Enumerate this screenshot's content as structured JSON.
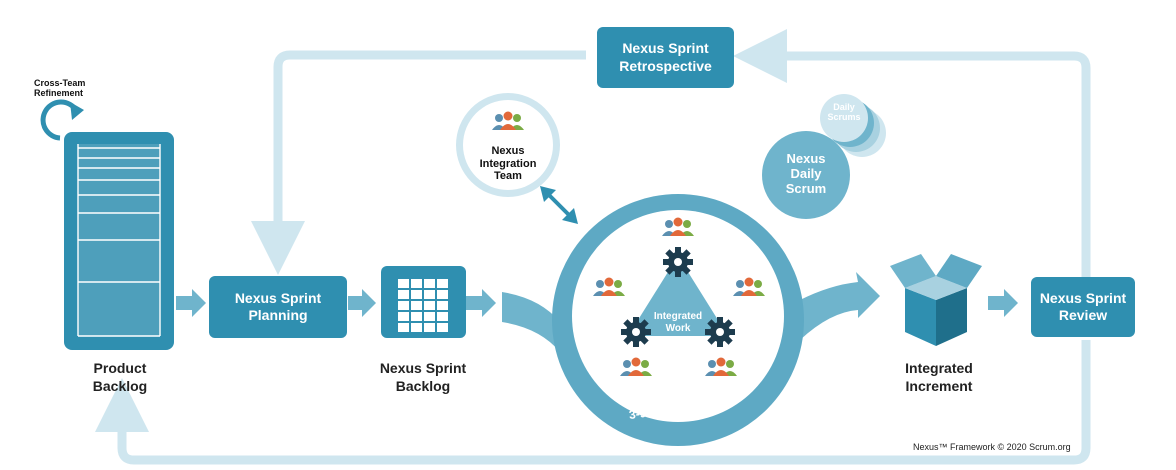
{
  "colors": {
    "primary": "#2f8fb0",
    "light": "#cfe6ef",
    "ring": "#6fb4cc",
    "dark": "#1f6f8b"
  },
  "labels": {
    "cross_team_line1": "Cross-Team",
    "cross_team_line2": "Refinement",
    "product_backlog_line1": "Product",
    "product_backlog_line2": "Backlog",
    "planning_line1": "Nexus Sprint",
    "planning_line2": "Planning",
    "nexus_backlog_line1": "Nexus Sprint",
    "nexus_backlog_line2": "Backlog",
    "retro_line1": "Nexus Sprint",
    "retro_line2": "Retrospective",
    "nit_line1": "Nexus",
    "nit_line2": "Integration",
    "nit_line3": "Team",
    "daily_small_line1": "Daily",
    "daily_small_line2": "Scrums",
    "daily_line1": "Nexus",
    "daily_line2": "Daily",
    "daily_line3": "Scrum",
    "integrated_work_line1": "Integrated",
    "integrated_work_line2": "Work",
    "scrum_teams": "3-9 Scrum Teams",
    "increment_line1": "Integrated",
    "increment_line2": "Increment",
    "review_line1": "Nexus Sprint",
    "review_line2": "Review",
    "copyright": "Nexus™ Framework © 2020 Scrum.org"
  },
  "icons": [
    "refresh-icon",
    "backlog-list-icon",
    "grid-icon",
    "team-icon",
    "gear-icon",
    "open-box-icon",
    "arrow-icon"
  ]
}
